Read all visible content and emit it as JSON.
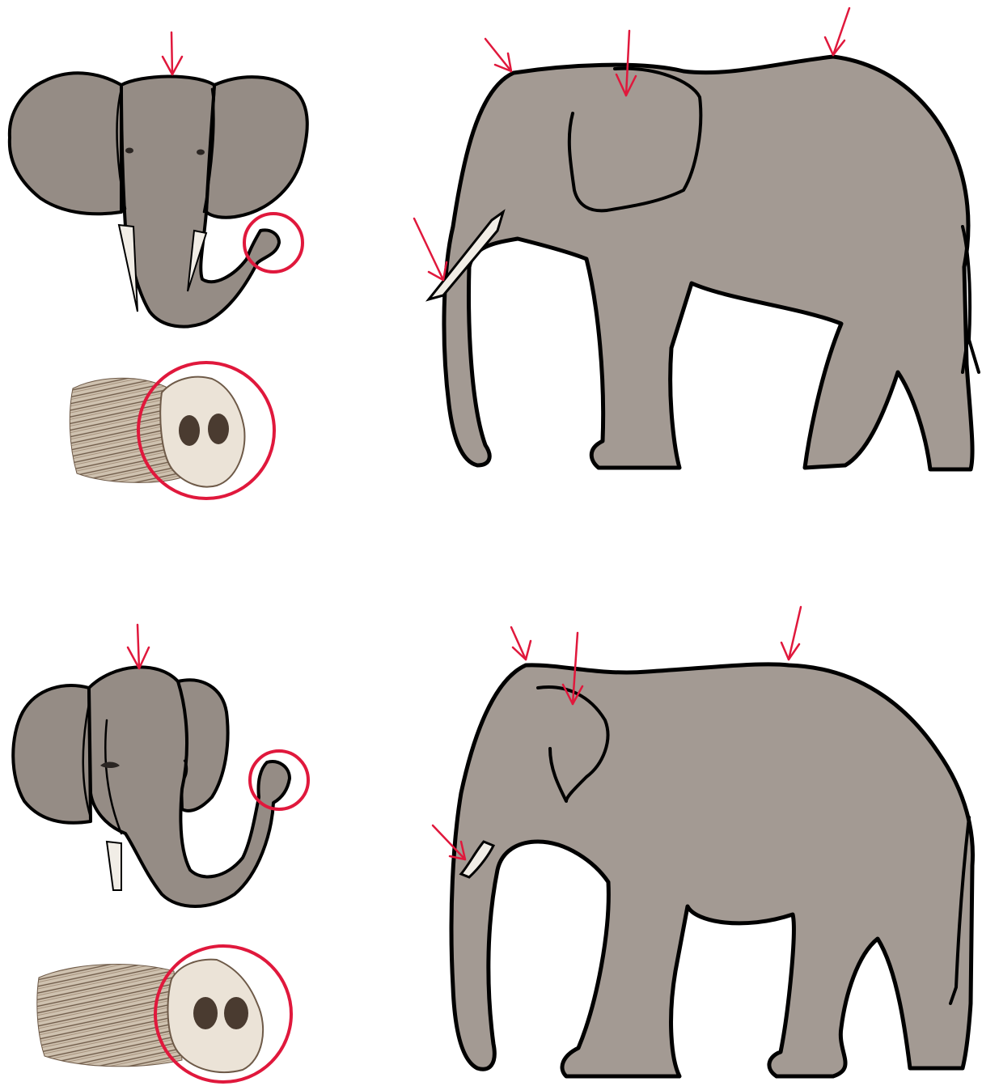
{
  "colors": {
    "body_fill": "#a39a93",
    "head_fill": "#958c85",
    "outline": "#000000",
    "arrow": "#e0183c",
    "tusk": "#f1ede6",
    "background": "#ffffff",
    "trunk_skin_light": "#ebe3d7",
    "trunk_skin_dark": "#6e5a48"
  },
  "figure": {
    "rows": [
      {
        "id": "african",
        "head": {
          "icon": "african-elephant-head-front-icon",
          "tusks": 2,
          "ear_shape": "large-rounded",
          "trunk_tip_circled": true
        },
        "trunk_tip_detail": {
          "icon": "african-trunk-tip-two-fingers-icon",
          "circled": true
        },
        "body": {
          "icon": "african-elephant-side-profile-icon",
          "back_shape": "saddle",
          "arrows": 4
        }
      },
      {
        "id": "asian",
        "head": {
          "icon": "asian-elephant-head-front-icon",
          "tusks": 1,
          "ear_shape": "small",
          "trunk_tip_circled": true
        },
        "trunk_tip_detail": {
          "icon": "asian-trunk-tip-one-finger-icon",
          "circled": true
        },
        "body": {
          "icon": "asian-elephant-side-profile-icon",
          "back_shape": "domed",
          "arrows": 4
        }
      }
    ]
  }
}
